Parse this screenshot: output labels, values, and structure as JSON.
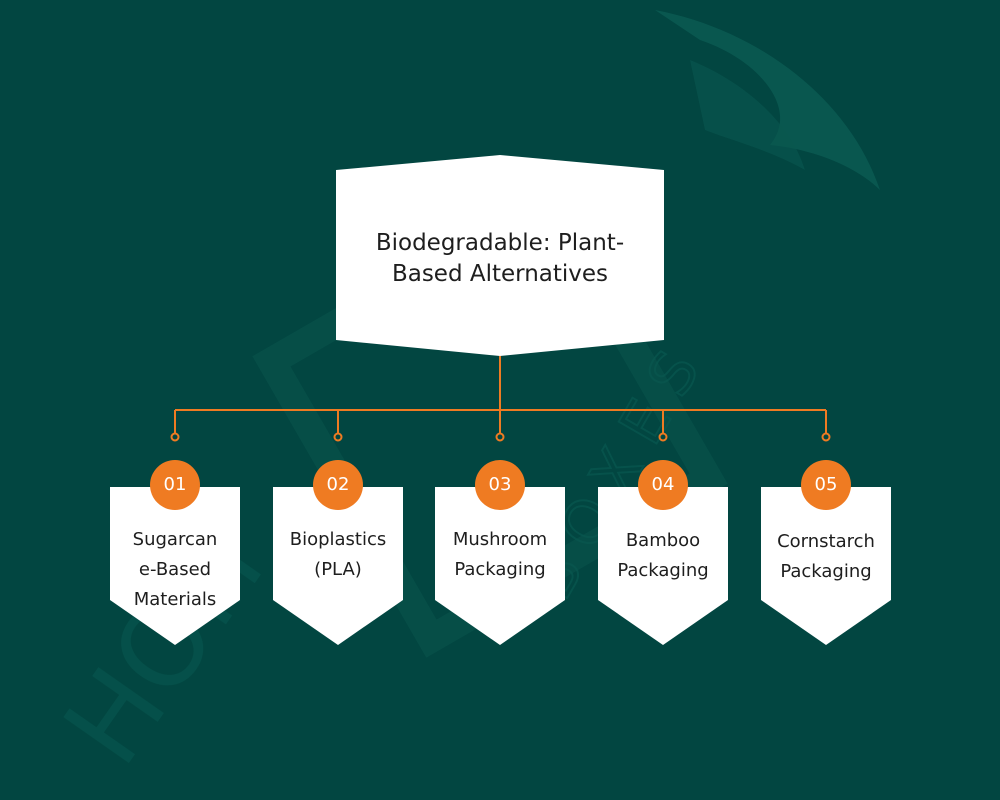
{
  "colors": {
    "background": "#024641",
    "accent": "#ef7b22",
    "card": "#ffffff",
    "text": "#1e1e1e",
    "watermark": "#0b5a52"
  },
  "title": {
    "line1": "Biodegradable: Plant-",
    "line2": "Based Alternatives"
  },
  "items": [
    {
      "number": "01",
      "line1": "Sugarcan",
      "line2": "e-Based",
      "line3": "Materials"
    },
    {
      "number": "02",
      "line1": "Bioplastics",
      "line2": "(PLA)"
    },
    {
      "number": "03",
      "line1": "Mushroom",
      "line2": "Packaging"
    },
    {
      "number": "04",
      "line1": "Bamboo",
      "line2": "Packaging"
    },
    {
      "number": "05",
      "line1": "Cornstarch",
      "line2": "Packaging"
    }
  ],
  "watermark": {
    "letters_left": "HOH",
    "letters_ring": "BOXES"
  }
}
